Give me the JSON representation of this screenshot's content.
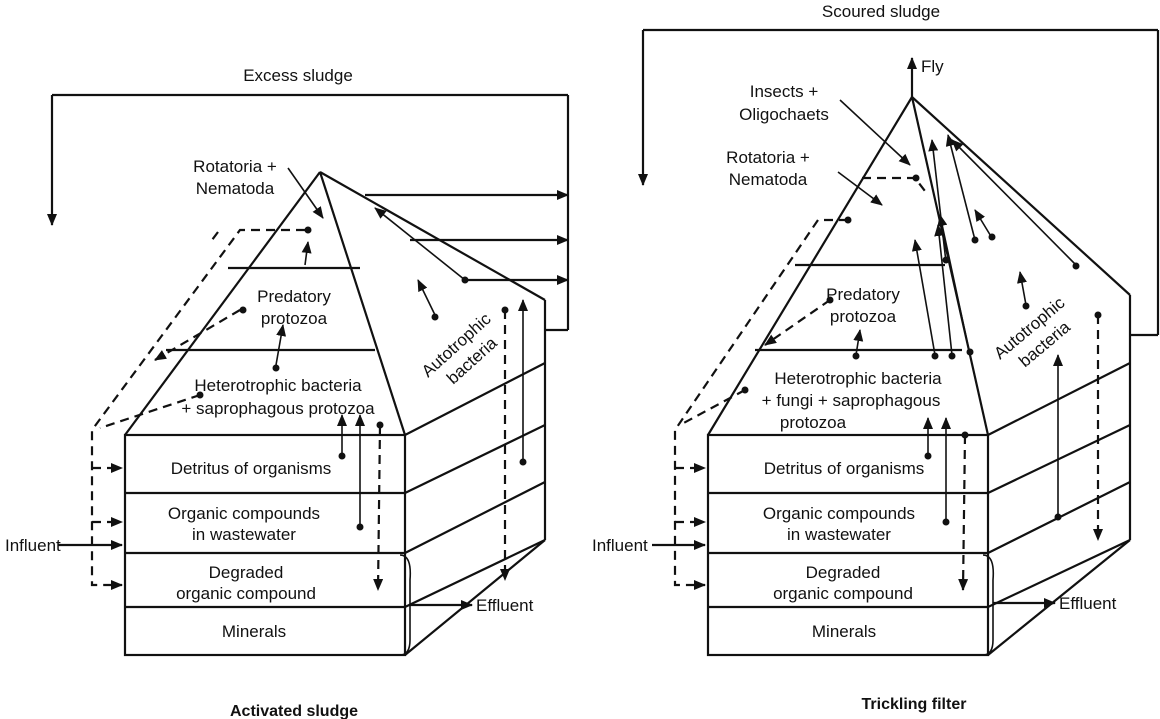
{
  "left": {
    "caption": "Activated sludge",
    "top_label": "Excess sludge",
    "apex": [
      "Rotatoria +",
      "Nematoda"
    ],
    "predatory": [
      "Predatory",
      "protozoa"
    ],
    "hetero": [
      "Heterotrophic bacteria",
      "+ saprophagous protozoa"
    ],
    "auto": [
      "Autotrophic",
      "bacteria"
    ],
    "rows": [
      "Detritus of organisms",
      [
        "Organic compounds",
        "in wastewater"
      ],
      [
        "Degraded",
        "organic compound"
      ],
      "Minerals"
    ],
    "influent": "Influent",
    "effluent": "Effluent"
  },
  "right": {
    "caption": "Trickling filter",
    "top_label": "Scoured sludge",
    "fly": "Fly",
    "insects": [
      "Insects +",
      "Oligochaets"
    ],
    "apex": [
      "Rotatoria +",
      "Nematoda"
    ],
    "predatory": [
      "Predatory",
      "protozoa"
    ],
    "hetero": [
      "Heterotrophic bacteria",
      "+ fungi + saprophagous",
      "protozoa"
    ],
    "auto": [
      "Autotrophic",
      "bacteria"
    ],
    "rows": [
      "Detritus of organisms",
      [
        "Organic compounds",
        "in wastewater"
      ],
      [
        "Degraded",
        "organic compound"
      ],
      "Minerals"
    ],
    "influent": "Influent",
    "effluent": "Effluent"
  }
}
